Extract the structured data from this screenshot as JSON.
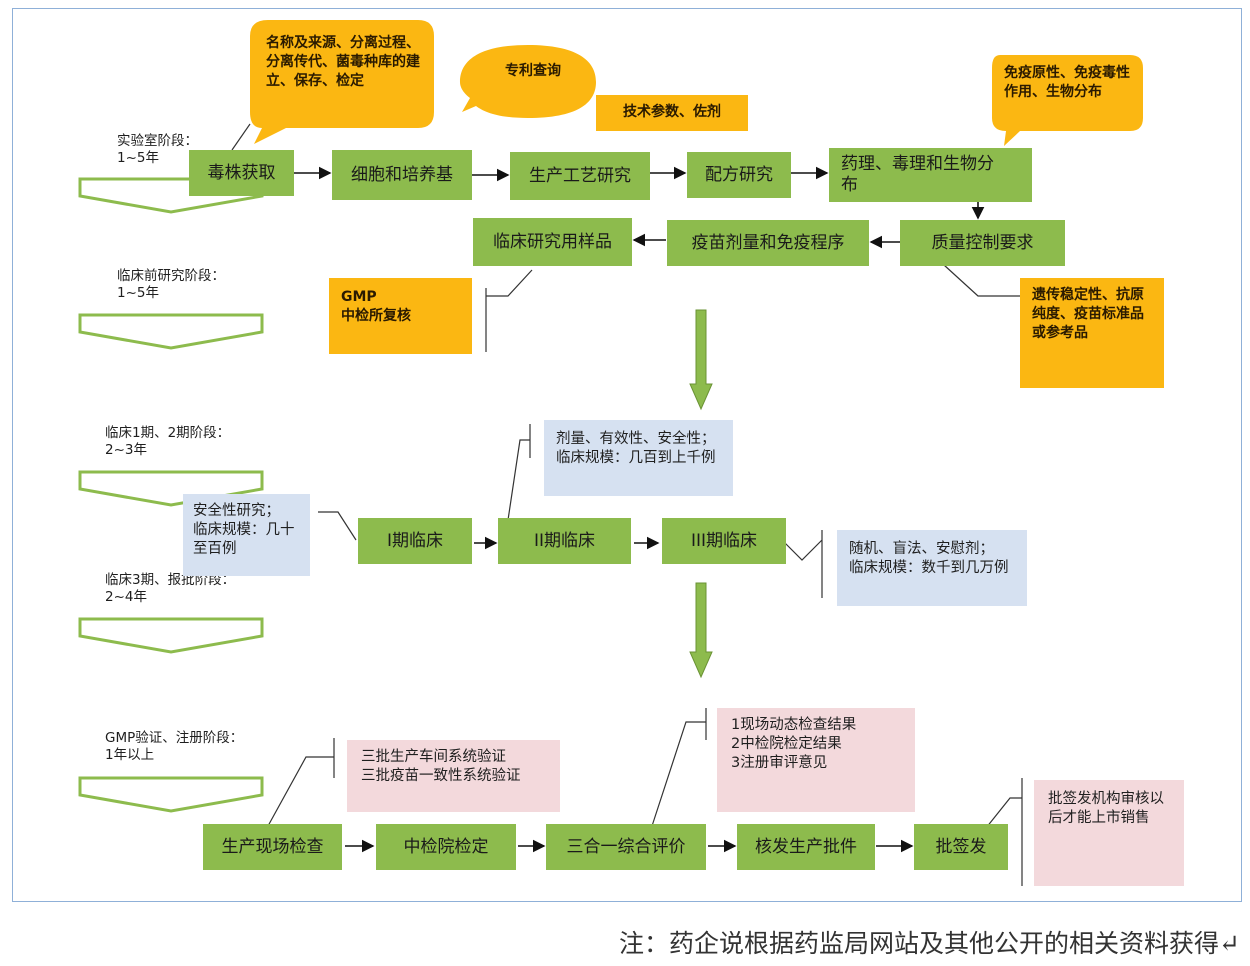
{
  "stages": {
    "lab": "实验室阶段：\n1~5年",
    "preclinical": "临床前研究阶段：\n1~5年",
    "clinical12": "临床1期、2期阶段：\n2~3年",
    "clinical3": "临床3期、报批阶段：\n2~4年",
    "gmp": "GMP验证、注册阶段：\n1年以上"
  },
  "steps": {
    "strain": "毒株获取",
    "cell": "细胞和培养基",
    "process": "生产工艺研究",
    "formula": "配方研究",
    "pharma": "药理、毒理和生物分\n布",
    "qc": "质量控制要求",
    "dose": "疫苗剂量和免疫程序",
    "sample": "临床研究用样品",
    "phase1": "I期临床",
    "phase2": "II期临床",
    "phase3": "III期临床",
    "site": "生产现场检查",
    "inspect": "中检院检定",
    "threeinone": "三合一综合评价",
    "license": "核发生产批件",
    "batch": "批签发"
  },
  "callouts": {
    "strain_info": "名称及来源、分离过程、分离传代、菌毒种库的建立、保存、检定",
    "patent": "专利查询",
    "tech": "技术参数、佐剂",
    "immuno": "免疫原性、免疫毒性作用、生物分布",
    "gmp_review": "GMP\n中检所复核",
    "genetic": "遗传稳定性、抗原纯度、疫苗标准品或参考品",
    "p2_info": "剂量、有效性、安全性；\n临床规模：几百到上千例",
    "p1_info": "安全性研究；\n临床规模：几十至百例",
    "p3_info": "随机、盲法、安慰剂；\n临床规模：数千到几万例",
    "validation": "三批生产车间系统验证\n三批疫苗一致性系统验证",
    "evaluation": "1现场动态检查结果\n2中检院检定结果\n3注册审评意见",
    "release": "批签发机构审核以后才能上市销售"
  },
  "footer_note": "注：药企说根据药监局网站及其他公开的相关资料获得↵",
  "colors": {
    "step": "#8dbb4d",
    "callout_yellow": "#fbb712",
    "callout_blue": "#d6e1f1",
    "callout_pink": "#f3d9dc",
    "flow_arrow": "#8dbb4d"
  }
}
